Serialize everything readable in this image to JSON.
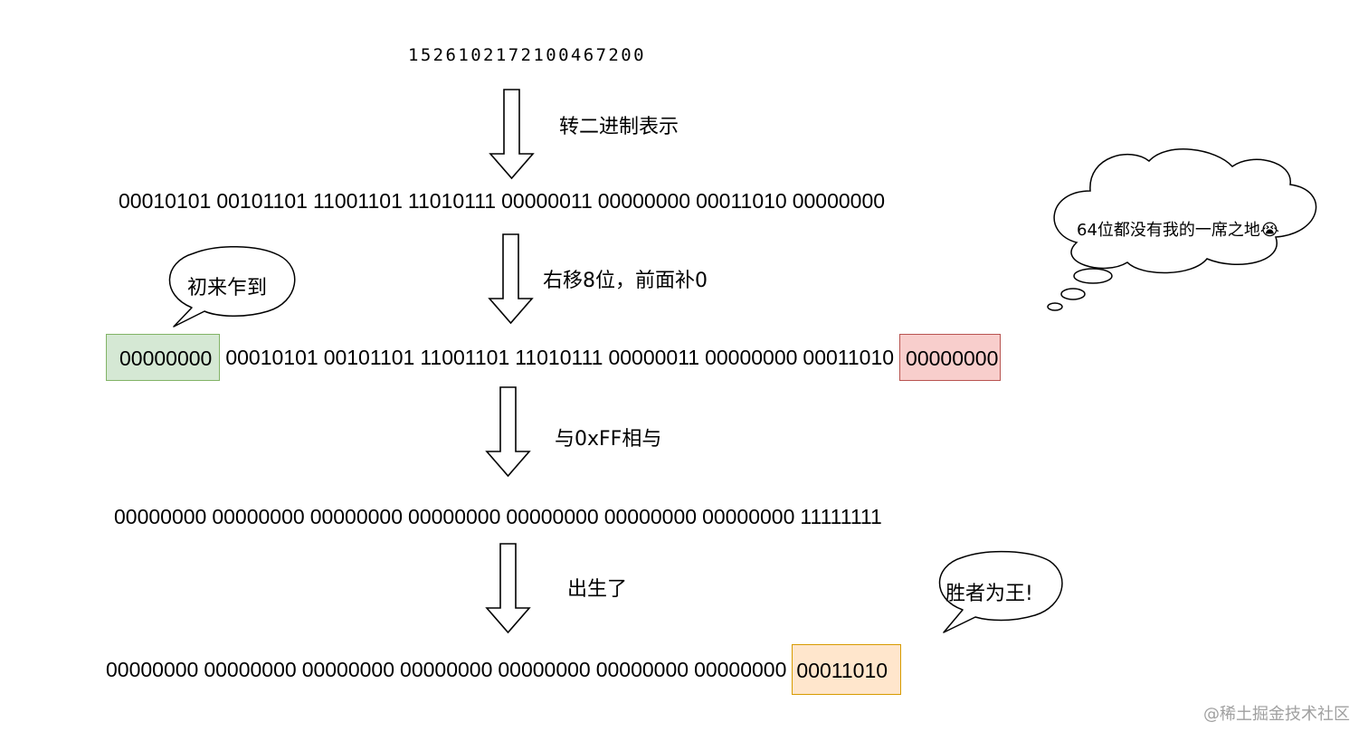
{
  "number": "1526102172100467200",
  "steps": [
    {
      "label": "转二进制表示"
    },
    {
      "label": "右移8位，前面补0"
    },
    {
      "label": "与0xFF相与"
    },
    {
      "label": "出生了"
    }
  ],
  "rows": {
    "original": [
      "00010101",
      "00101101",
      "11001101",
      "11010111",
      "00000011",
      "00000000",
      "00011010",
      "00000000"
    ],
    "shifted": [
      "00000000",
      "00010101",
      "00101101",
      "11001101",
      "11010111",
      "00000011",
      "00000000",
      "00011010",
      "00000000"
    ],
    "mask": [
      "00000000",
      "00000000",
      "00000000",
      "00000000",
      "00000000",
      "00000000",
      "00000000",
      "11111111"
    ],
    "result": [
      "00000000",
      "00000000",
      "00000000",
      "00000000",
      "00000000",
      "00000000",
      "00000000",
      "00011010"
    ]
  },
  "callouts": {
    "new_arrival": "初来乍到",
    "dropped_out": "64位都没有我的一席之地😭",
    "winner": "胜者为王!"
  },
  "watermark": "@稀土掘金技术社区",
  "colors": {
    "green_fill": "#d5e8d4",
    "green_stroke": "#82b366",
    "red_fill": "#f8cecc",
    "red_stroke": "#b85450",
    "orange_fill": "#ffe6cc",
    "orange_stroke": "#d79b00"
  }
}
